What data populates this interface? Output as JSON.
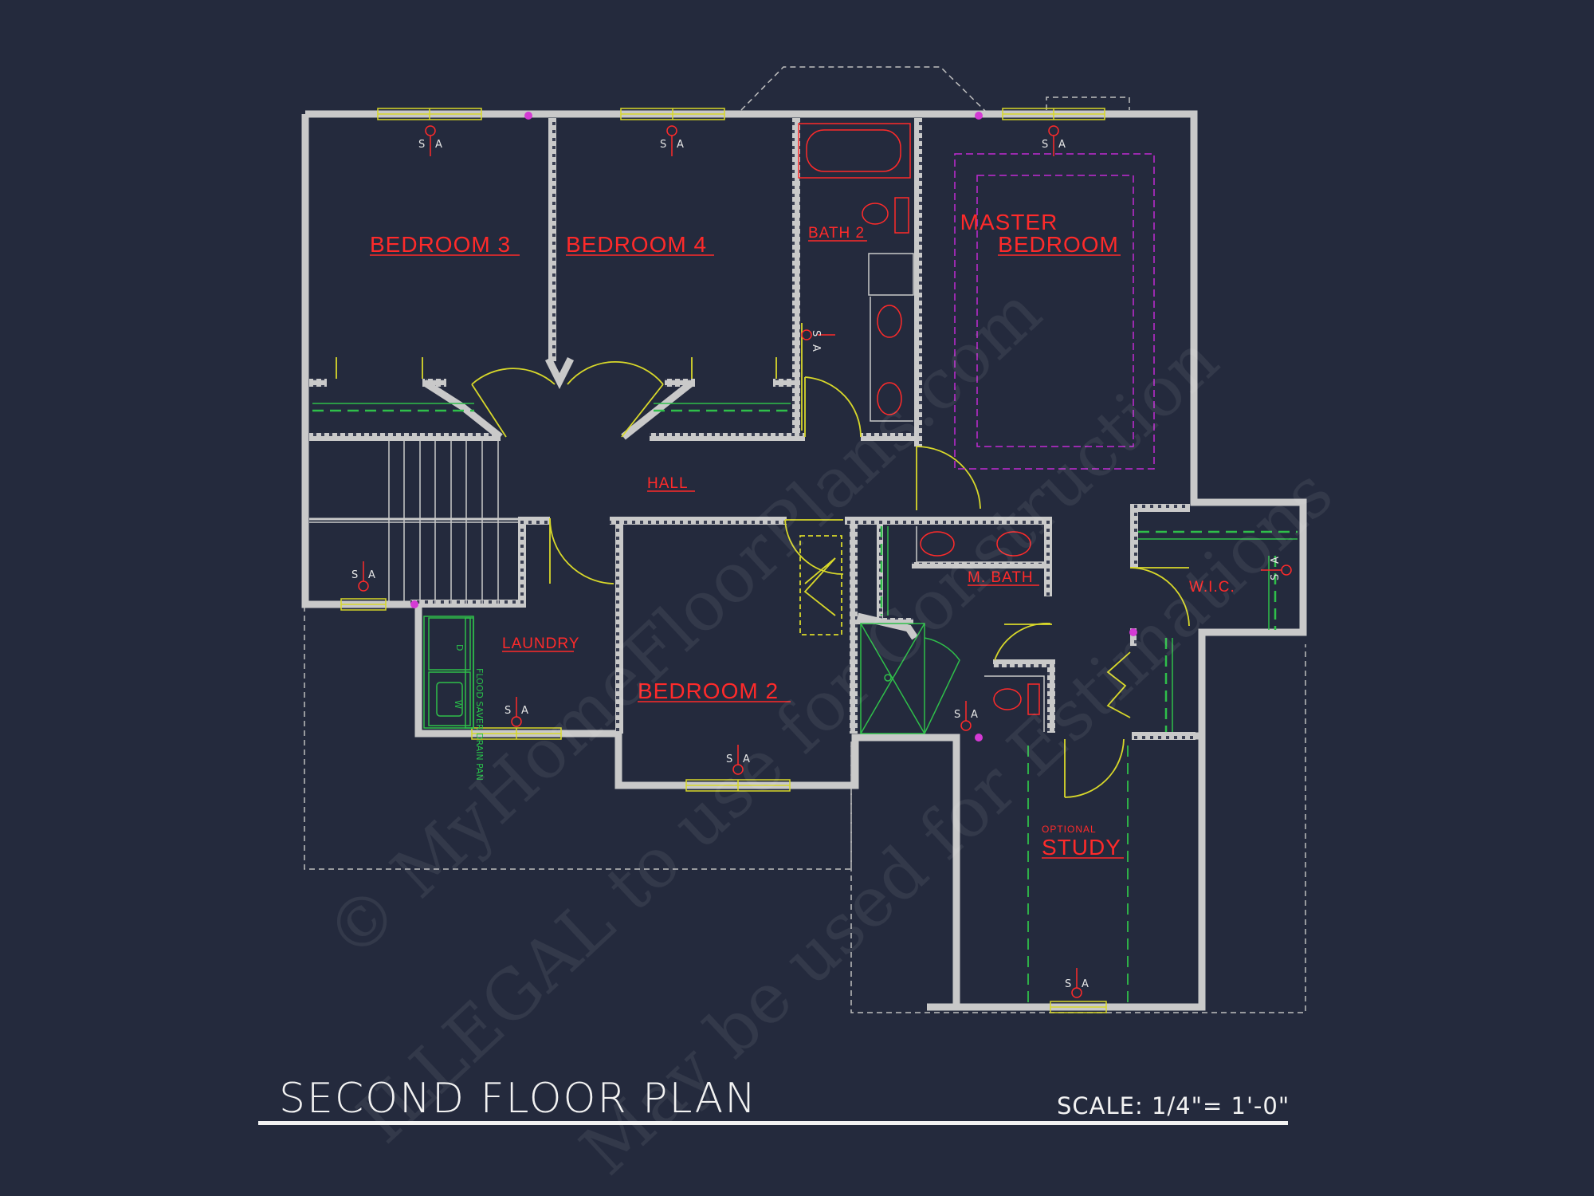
{
  "title": "SECOND FLOOR PLAN",
  "scale": "SCALE:   1/4\"= 1'-0\"",
  "watermark": {
    "line1": "© MyHomeFloorPlans.com",
    "line2": "ILLEGAL to use for Construction",
    "line3": "May be used for Estimations"
  },
  "rooms": {
    "bedroom3": "BEDROOM 3",
    "bedroom4": "BEDROOM 4",
    "bath2": "BATH 2",
    "master_line1": "MASTER",
    "master_line2": "BEDROOM",
    "hall": "HALL",
    "laundry": "LAUNDRY",
    "bedroom2": "BEDROOM 2",
    "mbath": "M. BATH",
    "wic": "W.I.C.",
    "study_note": "OPTIONAL",
    "study": "STUDY"
  },
  "smoke_alarm": {
    "s": "S",
    "a": "A"
  },
  "appliances": {
    "dryer": "D",
    "washer": "W",
    "pan_note": "FLOOD SAVER DRAIN PAN"
  },
  "colors": {
    "background": "#242a3d",
    "wall": "#c9c9c9",
    "room_label": "#ff2a2a",
    "window": "#d8d82a",
    "door": "#d8d82a",
    "closet_shelf": "#2fbf4a",
    "tray_ceiling": "#c22ad4",
    "outline_dashed": "#bfbfbf"
  }
}
